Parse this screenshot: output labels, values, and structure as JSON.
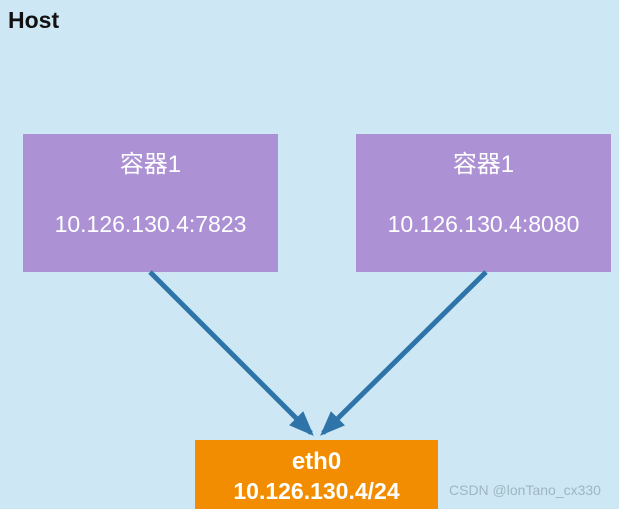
{
  "diagram": {
    "title": "Host",
    "background_color": "#cde8f4",
    "containers": [
      {
        "name": "容器1",
        "address": "10.126.130.4:7823",
        "color": "#ac92d4"
      },
      {
        "name": "容器1",
        "address": "10.126.130.4:8080",
        "color": "#ac92d4"
      }
    ],
    "interface": {
      "name": "eth0",
      "address": "10.126.130.4/24",
      "color": "#f28c00"
    },
    "arrows": {
      "color": "#2e74a8",
      "count": 2,
      "from": [
        "容器1",
        "容器1"
      ],
      "to": "eth0"
    }
  },
  "watermark": {
    "text": "CSDN @lonTano_cx330"
  }
}
